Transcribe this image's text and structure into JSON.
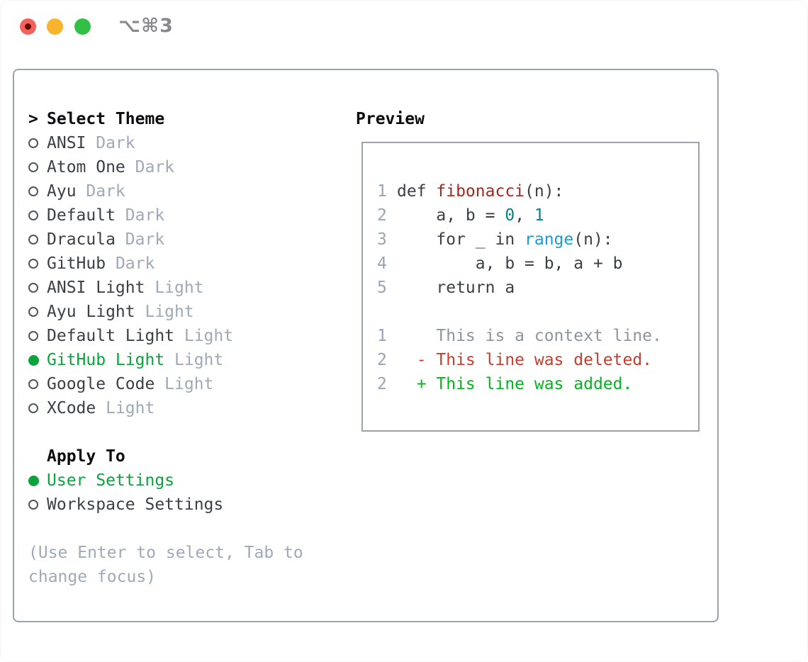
{
  "window": {
    "title": "⌥⌘3",
    "buttons": {
      "close": "close",
      "minimize": "minimize",
      "zoom": "zoom"
    }
  },
  "colors": {
    "traffic_red": "#f4605a",
    "traffic_red_dot": "#600b04",
    "traffic_yellow": "#f8b42e",
    "traffic_green": "#31c046",
    "panel_border": "#9aa3ae",
    "selection_green": "#0aa33c",
    "added_green": "#04b41f",
    "deleted_red": "#c33e2d",
    "function_red": "#a8281e",
    "number_teal": "#0d7f8c",
    "builtin_blue": "#1b9bd3",
    "foreground": "#3b4047",
    "muted": "#9fa9b7",
    "context_gray": "#8d959e",
    "line_number": "#9aa5b4"
  },
  "theme_list": {
    "header": {
      "prompt": ">",
      "label": "Select Theme"
    },
    "items": [
      {
        "name": "ANSI",
        "variant": "Dark",
        "selected": false
      },
      {
        "name": "Atom One",
        "variant": "Dark",
        "selected": false
      },
      {
        "name": "Ayu",
        "variant": "Dark",
        "selected": false
      },
      {
        "name": "Default",
        "variant": "Dark",
        "selected": false
      },
      {
        "name": "Dracula",
        "variant": "Dark",
        "selected": false
      },
      {
        "name": "GitHub",
        "variant": "Dark",
        "selected": false
      },
      {
        "name": "ANSI Light",
        "variant": "Light",
        "selected": false
      },
      {
        "name": "Ayu Light",
        "variant": "Light",
        "selected": false
      },
      {
        "name": "Default Light",
        "variant": "Light",
        "selected": false
      },
      {
        "name": "GitHub Light",
        "variant": "Light",
        "selected": true
      },
      {
        "name": "Google Code",
        "variant": "Light",
        "selected": false
      },
      {
        "name": "XCode",
        "variant": "Light",
        "selected": false
      }
    ]
  },
  "apply_to": {
    "label": "Apply To",
    "options": [
      {
        "label": "User Settings",
        "selected": true
      },
      {
        "label": "Workspace Settings",
        "selected": false
      }
    ]
  },
  "hint": {
    "line1": "(Use Enter to select, Tab to",
    "line2": "change focus)"
  },
  "preview": {
    "label": "Preview",
    "lines": [
      {
        "num": "1",
        "segments": [
          {
            "text": "def ",
            "color": "fg"
          },
          {
            "text": "fibonacci",
            "color": "func"
          },
          {
            "text": "(n):",
            "color": "fg"
          }
        ]
      },
      {
        "num": "2",
        "segments": [
          {
            "text": "    a, b = ",
            "color": "fg"
          },
          {
            "text": "0",
            "color": "number"
          },
          {
            "text": ", ",
            "color": "fg"
          },
          {
            "text": "1",
            "color": "number"
          }
        ]
      },
      {
        "num": "3",
        "segments": [
          {
            "text": "    for _ in ",
            "color": "fg"
          },
          {
            "text": "range",
            "color": "builtin"
          },
          {
            "text": "(n):",
            "color": "fg"
          }
        ]
      },
      {
        "num": "4",
        "segments": [
          {
            "text": "        a, b = b, a + b",
            "color": "fg"
          }
        ]
      },
      {
        "num": "5",
        "segments": [
          {
            "text": "    return a",
            "color": "fg"
          }
        ]
      },
      {
        "num": "",
        "segments": []
      },
      {
        "num": "1",
        "segments": [
          {
            "text": "    This is a context line.",
            "color": "context"
          }
        ]
      },
      {
        "num": "2",
        "segments": [
          {
            "text": "  - This line was deleted.",
            "color": "deleted"
          }
        ]
      },
      {
        "num": "2",
        "segments": [
          {
            "text": "  + This line was added.",
            "color": "added"
          }
        ]
      }
    ]
  }
}
